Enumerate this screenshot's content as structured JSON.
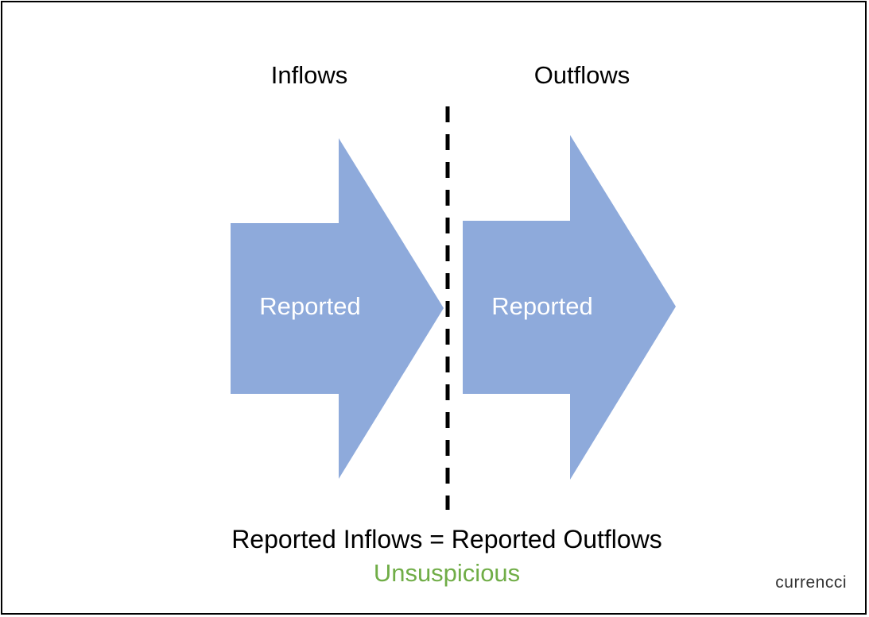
{
  "headings": {
    "inflows": "Inflows",
    "outflows": "Outflows"
  },
  "arrows": {
    "left_label": "Reported",
    "right_label": "Reported",
    "fill_color": "#8eaadb"
  },
  "equation": "Reported Inflows = Reported Outflows",
  "verdict": {
    "text": "Unsuspicious",
    "color": "#70ad47"
  },
  "brand": "currencci"
}
